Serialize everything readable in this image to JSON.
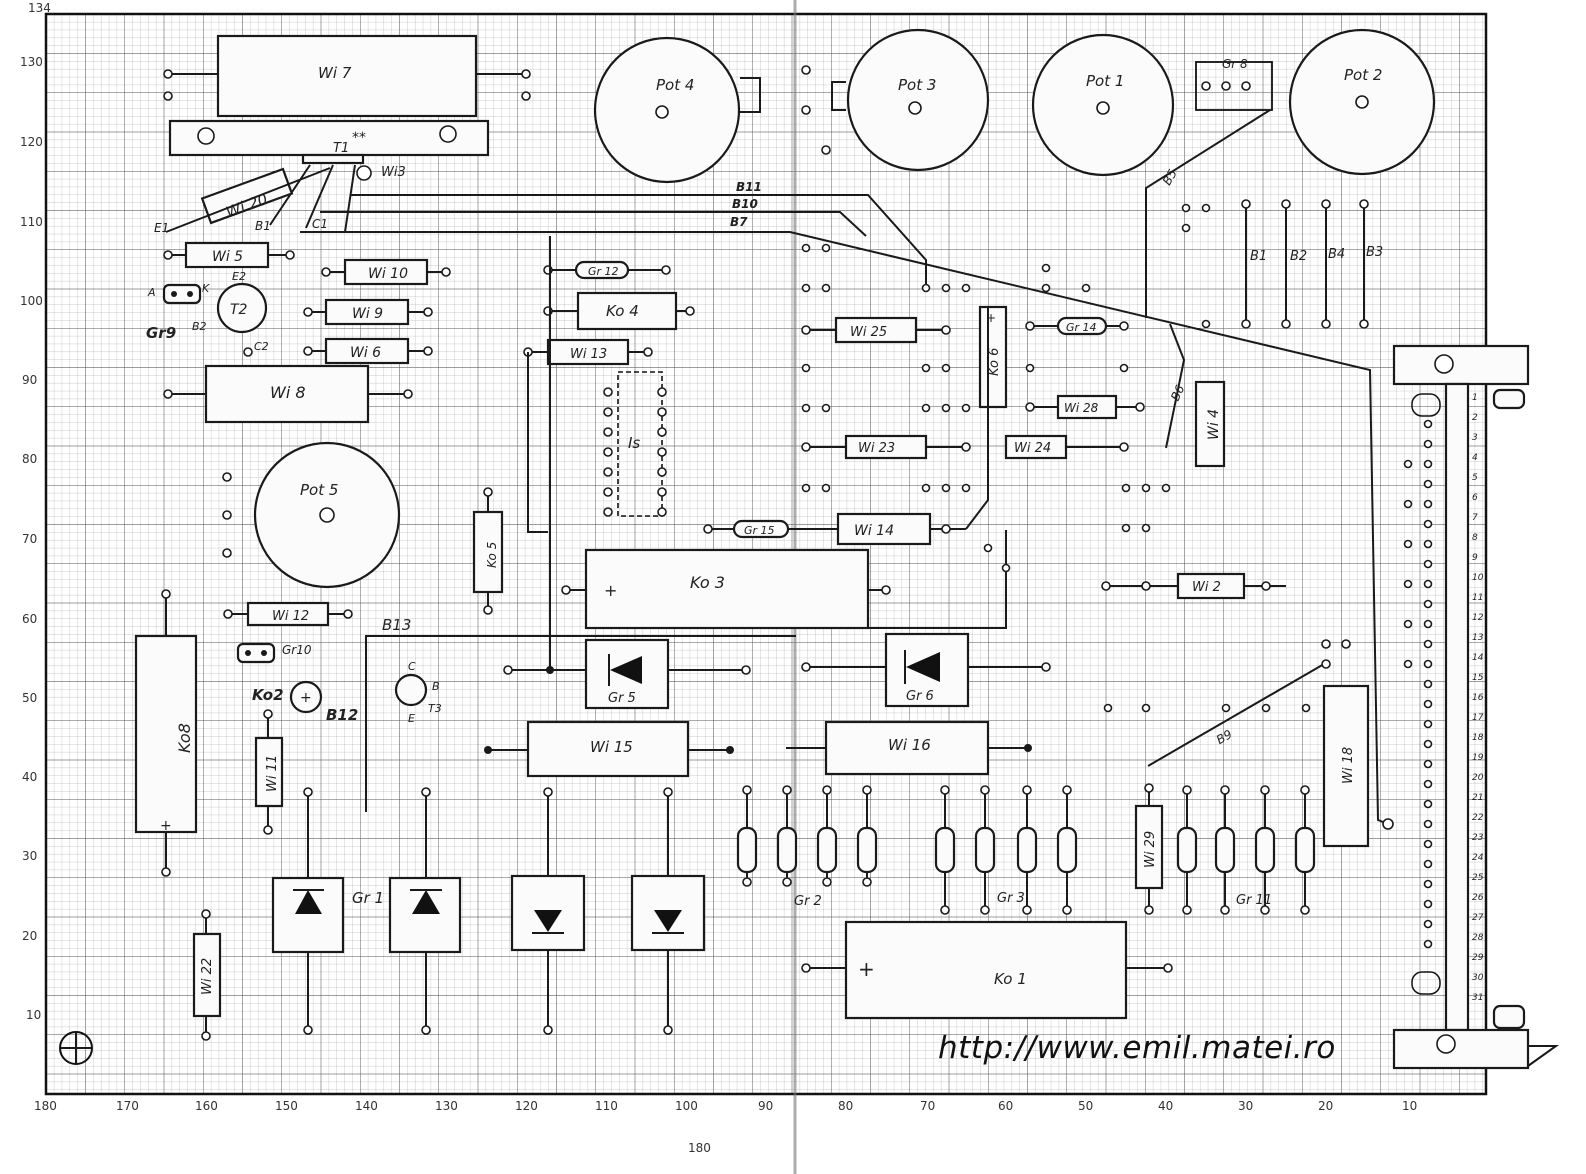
{
  "y_axis_ticks": [
    "134",
    "130",
    "120",
    "110",
    "100",
    "90",
    "80",
    "70",
    "60",
    "50",
    "40",
    "30",
    "20",
    "10"
  ],
  "x_axis_ticks": [
    "180",
    "170",
    "160",
    "150",
    "140",
    "130",
    "120",
    "110",
    "100",
    "90",
    "80",
    "70",
    "60",
    "50",
    "40",
    "30",
    "20",
    "10"
  ],
  "x_axis_bottom_label": "180",
  "connector_pins": [
    "1",
    "2",
    "3",
    "4",
    "5",
    "6",
    "7",
    "8",
    "9",
    "10",
    "11",
    "12",
    "13",
    "14",
    "15",
    "16",
    "17",
    "18",
    "19",
    "20",
    "21",
    "22",
    "23",
    "24",
    "25",
    "26",
    "27",
    "28",
    "29",
    "30",
    "31"
  ],
  "potentiometers": {
    "pot4": "Pot 4",
    "pot3": "Pot 3",
    "pot1": "Pot 1",
    "pot2": "Pot 2",
    "pot5": "Pot 5"
  },
  "resistors": {
    "wi7": "Wi 7",
    "wi20": "Wi 20",
    "wi5": "Wi 5",
    "wi10": "Wi 10",
    "wi9": "Wi 9",
    "wi6": "Wi 6",
    "wi8": "Wi 8",
    "wi13": "Wi 13",
    "wi12": "Wi 12",
    "wi11": "Wi 11",
    "wi22": "Wi 22",
    "wi25": "Wi 25",
    "wi23": "Wi 23",
    "wi14": "Wi 14",
    "wi28": "Wi 28",
    "wi24": "Wi 24",
    "wi2": "Wi 2",
    "wi4": "Wi 4",
    "wi15": "Wi 15",
    "wi16": "Wi 16",
    "wi18": "Wi 18",
    "wi29": "Wi 29",
    "wi3": "Wi3"
  },
  "capacitors": {
    "ko4": "Ko 4",
    "ko6": "Ko 6",
    "ko5": "Ko 5",
    "ko3": "Ko 3",
    "ko8": "Ko8",
    "ko2": "Ko2",
    "ko1": "Ko 1"
  },
  "diodes": {
    "gr12": "Gr 12",
    "gr14": "Gr 14",
    "gr15": "Gr 15",
    "gr9": "Gr9",
    "gr10": "Gr10",
    "gr5": "Gr 5",
    "gr6": "Gr 6",
    "gr1": "Gr 1",
    "gr2": "Gr 2",
    "gr3": "Gr 3",
    "gr11": "Gr 11",
    "gr8": "Gr 8"
  },
  "transistors": {
    "t1": "T1",
    "t2": "T2",
    "t3": "T3"
  },
  "ic": {
    "is": "Is"
  },
  "bridges": {
    "b1": "B1",
    "b2": "B2",
    "b3": "B3",
    "b4": "B4",
    "b5": "B5",
    "b6": "B6",
    "b7": "B7",
    "b9": "B9",
    "b10": "B10",
    "b11": "B11",
    "b12": "B12",
    "b13": "B13"
  },
  "pin_marks": {
    "e1": "E1",
    "b1": "B1",
    "c1": "C1",
    "e2": "E2",
    "k": "K",
    "a": "A",
    "b2": "B2",
    "c2": "C2",
    "c": "C",
    "b": "B",
    "e": "E",
    "t3": "T3",
    "star": "**"
  },
  "watermark": "http://www.emil.matei.ro"
}
